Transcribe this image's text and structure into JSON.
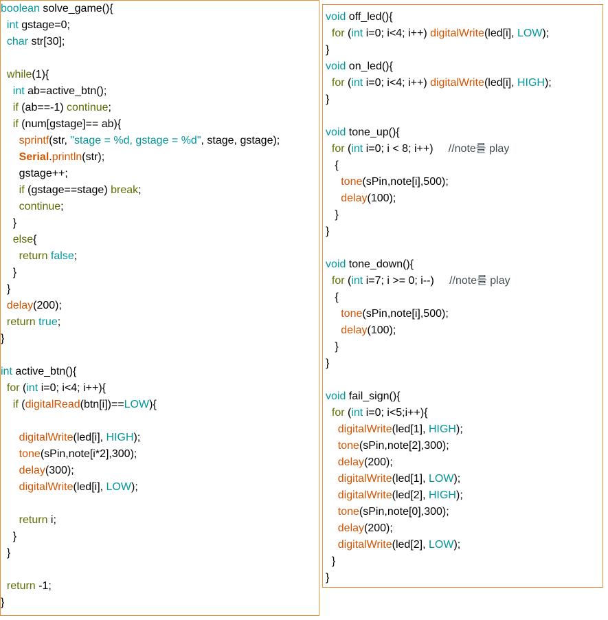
{
  "left_code": [
    [
      [
        "boolean",
        "kw"
      ],
      [
        " solve_game(){",
        ""
      ]
    ],
    [
      [
        "  ",
        ""
      ],
      [
        "int",
        "kw"
      ],
      [
        " gstage=0;",
        ""
      ]
    ],
    [
      [
        "  ",
        ""
      ],
      [
        "char",
        "kw"
      ],
      [
        " str[30];",
        ""
      ]
    ],
    [
      [
        "",
        ""
      ]
    ],
    [
      [
        "  ",
        ""
      ],
      [
        "while",
        "ctl"
      ],
      [
        "(1){",
        ""
      ]
    ],
    [
      [
        "    ",
        ""
      ],
      [
        "int",
        "kw"
      ],
      [
        " ab=active_btn();",
        ""
      ]
    ],
    [
      [
        "    ",
        ""
      ],
      [
        "if",
        "ctl"
      ],
      [
        " (ab==-1) ",
        ""
      ],
      [
        "continue",
        "ctl"
      ],
      [
        ";",
        ""
      ]
    ],
    [
      [
        "    ",
        ""
      ],
      [
        "if",
        "ctl"
      ],
      [
        " (num[gstage]== ab){",
        ""
      ]
    ],
    [
      [
        "      ",
        ""
      ],
      [
        "sprintf",
        "fn"
      ],
      [
        "(str, ",
        ""
      ],
      [
        "\"stage = %d, gstage = %d\"",
        "kw"
      ],
      [
        ", stage, gstage);",
        ""
      ]
    ],
    [
      [
        "      ",
        ""
      ],
      [
        "Serial",
        "fn bold"
      ],
      [
        ".",
        ""
      ],
      [
        "println",
        "fn"
      ],
      [
        "(str);",
        ""
      ]
    ],
    [
      [
        "      gstage++;",
        ""
      ]
    ],
    [
      [
        "      ",
        ""
      ],
      [
        "if",
        "ctl"
      ],
      [
        " (gstage==stage) ",
        ""
      ],
      [
        "break",
        "ctl"
      ],
      [
        ";",
        ""
      ]
    ],
    [
      [
        "      ",
        ""
      ],
      [
        "continue",
        "ctl"
      ],
      [
        ";",
        ""
      ]
    ],
    [
      [
        "    }",
        ""
      ]
    ],
    [
      [
        "    ",
        ""
      ],
      [
        "else",
        "ctl"
      ],
      [
        "{",
        ""
      ]
    ],
    [
      [
        "      ",
        ""
      ],
      [
        "return",
        "ctl"
      ],
      [
        " ",
        ""
      ],
      [
        "false",
        "kw"
      ],
      [
        ";",
        ""
      ]
    ],
    [
      [
        "    }",
        ""
      ]
    ],
    [
      [
        "  }",
        ""
      ]
    ],
    [
      [
        "  ",
        ""
      ],
      [
        "delay",
        "fn"
      ],
      [
        "(200);",
        ""
      ]
    ],
    [
      [
        "  ",
        ""
      ],
      [
        "return",
        "ctl"
      ],
      [
        " ",
        ""
      ],
      [
        "true",
        "kw"
      ],
      [
        ";",
        ""
      ]
    ],
    [
      [
        "}",
        ""
      ]
    ],
    [
      [
        "",
        ""
      ]
    ],
    [
      [
        "int",
        "kw"
      ],
      [
        " active_btn(){",
        ""
      ]
    ],
    [
      [
        "  ",
        ""
      ],
      [
        "for",
        "ctl"
      ],
      [
        " (",
        ""
      ],
      [
        "int",
        "kw"
      ],
      [
        " i=0; i<4; i++){",
        ""
      ]
    ],
    [
      [
        "    ",
        ""
      ],
      [
        "if",
        "ctl"
      ],
      [
        " (",
        ""
      ],
      [
        "digitalRead",
        "fn"
      ],
      [
        "(btn[i])==",
        ""
      ],
      [
        "LOW",
        "kw"
      ],
      [
        "){",
        ""
      ]
    ],
    [
      [
        "",
        ""
      ]
    ],
    [
      [
        "      ",
        ""
      ],
      [
        "digitalWrite",
        "fn"
      ],
      [
        "(led[i], ",
        ""
      ],
      [
        "HIGH",
        "kw"
      ],
      [
        ");",
        ""
      ]
    ],
    [
      [
        "      ",
        ""
      ],
      [
        "tone",
        "fn"
      ],
      [
        "(sPin,note[i*2],300);",
        ""
      ]
    ],
    [
      [
        "      ",
        ""
      ],
      [
        "delay",
        "fn"
      ],
      [
        "(300);",
        ""
      ]
    ],
    [
      [
        "      ",
        ""
      ],
      [
        "digitalWrite",
        "fn"
      ],
      [
        "(led[i], ",
        ""
      ],
      [
        "LOW",
        "kw"
      ],
      [
        ");",
        ""
      ]
    ],
    [
      [
        "",
        ""
      ]
    ],
    [
      [
        "      ",
        ""
      ],
      [
        "return",
        "ctl"
      ],
      [
        " i;",
        ""
      ]
    ],
    [
      [
        "    }",
        ""
      ]
    ],
    [
      [
        "  }",
        ""
      ]
    ],
    [
      [
        "",
        ""
      ]
    ],
    [
      [
        "  ",
        ""
      ],
      [
        "return",
        "ctl"
      ],
      [
        " -1;",
        ""
      ]
    ],
    [
      [
        "}",
        ""
      ]
    ]
  ],
  "right_code": [
    [
      [
        "void",
        "kw"
      ],
      [
        " off_led(){",
        ""
      ]
    ],
    [
      [
        "  ",
        ""
      ],
      [
        "for",
        "ctl"
      ],
      [
        " (",
        ""
      ],
      [
        "int",
        "kw"
      ],
      [
        " i=0; i<4; i++) ",
        ""
      ],
      [
        "digitalWrite",
        "fn"
      ],
      [
        "(led[i], ",
        ""
      ],
      [
        "LOW",
        "kw"
      ],
      [
        ");",
        ""
      ]
    ],
    [
      [
        "}",
        ""
      ]
    ],
    [
      [
        "void",
        "kw"
      ],
      [
        " on_led(){",
        ""
      ]
    ],
    [
      [
        "  ",
        ""
      ],
      [
        "for",
        "ctl"
      ],
      [
        " (",
        ""
      ],
      [
        "int",
        "kw"
      ],
      [
        " i=0; i<4; i++) ",
        ""
      ],
      [
        "digitalWrite",
        "fn"
      ],
      [
        "(led[i], ",
        ""
      ],
      [
        "HIGH",
        "kw"
      ],
      [
        ");",
        ""
      ]
    ],
    [
      [
        "}",
        ""
      ]
    ],
    [
      [
        "",
        ""
      ]
    ],
    [
      [
        "void",
        "kw"
      ],
      [
        " tone_up(){",
        ""
      ]
    ],
    [
      [
        "  ",
        ""
      ],
      [
        "for",
        "ctl"
      ],
      [
        " (",
        ""
      ],
      [
        "int",
        "kw"
      ],
      [
        " i=0; i < 8; i++)     ",
        ""
      ],
      [
        "//note를 play",
        "cmt"
      ]
    ],
    [
      [
        "   {",
        ""
      ]
    ],
    [
      [
        "     ",
        ""
      ],
      [
        "tone",
        "fn"
      ],
      [
        "(sPin,note[i],500);",
        ""
      ]
    ],
    [
      [
        "     ",
        ""
      ],
      [
        "delay",
        "fn"
      ],
      [
        "(100);",
        ""
      ]
    ],
    [
      [
        "   }",
        ""
      ]
    ],
    [
      [
        "}",
        ""
      ]
    ],
    [
      [
        "",
        ""
      ]
    ],
    [
      [
        "void",
        "kw"
      ],
      [
        " tone_down(){",
        ""
      ]
    ],
    [
      [
        "  ",
        ""
      ],
      [
        "for",
        "ctl"
      ],
      [
        " (",
        ""
      ],
      [
        "int",
        "kw"
      ],
      [
        " i=7; i >= 0; i--)     ",
        ""
      ],
      [
        "//note를 play",
        "cmt"
      ]
    ],
    [
      [
        "   {",
        ""
      ]
    ],
    [
      [
        "     ",
        ""
      ],
      [
        "tone",
        "fn"
      ],
      [
        "(sPin,note[i],500);",
        ""
      ]
    ],
    [
      [
        "     ",
        ""
      ],
      [
        "delay",
        "fn"
      ],
      [
        "(100);",
        ""
      ]
    ],
    [
      [
        "   }",
        ""
      ]
    ],
    [
      [
        "}",
        ""
      ]
    ],
    [
      [
        "",
        ""
      ]
    ],
    [
      [
        "void",
        "kw"
      ],
      [
        " fail_sign(){",
        ""
      ]
    ],
    [
      [
        "  ",
        ""
      ],
      [
        "for",
        "ctl"
      ],
      [
        " (",
        ""
      ],
      [
        "int",
        "kw"
      ],
      [
        " i=0; i<5;i++){",
        ""
      ]
    ],
    [
      [
        "    ",
        ""
      ],
      [
        "digitalWrite",
        "fn"
      ],
      [
        "(led[1], ",
        ""
      ],
      [
        "HIGH",
        "kw"
      ],
      [
        ");",
        ""
      ]
    ],
    [
      [
        "    ",
        ""
      ],
      [
        "tone",
        "fn"
      ],
      [
        "(sPin,note[2],300);",
        ""
      ]
    ],
    [
      [
        "    ",
        ""
      ],
      [
        "delay",
        "fn"
      ],
      [
        "(200);",
        ""
      ]
    ],
    [
      [
        "    ",
        ""
      ],
      [
        "digitalWrite",
        "fn"
      ],
      [
        "(led[1], ",
        ""
      ],
      [
        "LOW",
        "kw"
      ],
      [
        ");",
        ""
      ]
    ],
    [
      [
        "    ",
        ""
      ],
      [
        "digitalWrite",
        "fn"
      ],
      [
        "(led[2], ",
        ""
      ],
      [
        "HIGH",
        "kw"
      ],
      [
        ");",
        ""
      ]
    ],
    [
      [
        "    ",
        ""
      ],
      [
        "tone",
        "fn"
      ],
      [
        "(sPin,note[0],300);",
        ""
      ]
    ],
    [
      [
        "    ",
        ""
      ],
      [
        "delay",
        "fn"
      ],
      [
        "(200);",
        ""
      ]
    ],
    [
      [
        "    ",
        ""
      ],
      [
        "digitalWrite",
        "fn"
      ],
      [
        "(led[2], ",
        ""
      ],
      [
        "LOW",
        "kw"
      ],
      [
        ");",
        ""
      ]
    ],
    [
      [
        "  }",
        ""
      ]
    ],
    [
      [
        "}",
        ""
      ]
    ]
  ],
  "colors": {
    "border": "#e69138",
    "type_keyword": "#00979c",
    "control_keyword": "#5e6d03",
    "function": "#d35400",
    "comment": "#434f54"
  }
}
